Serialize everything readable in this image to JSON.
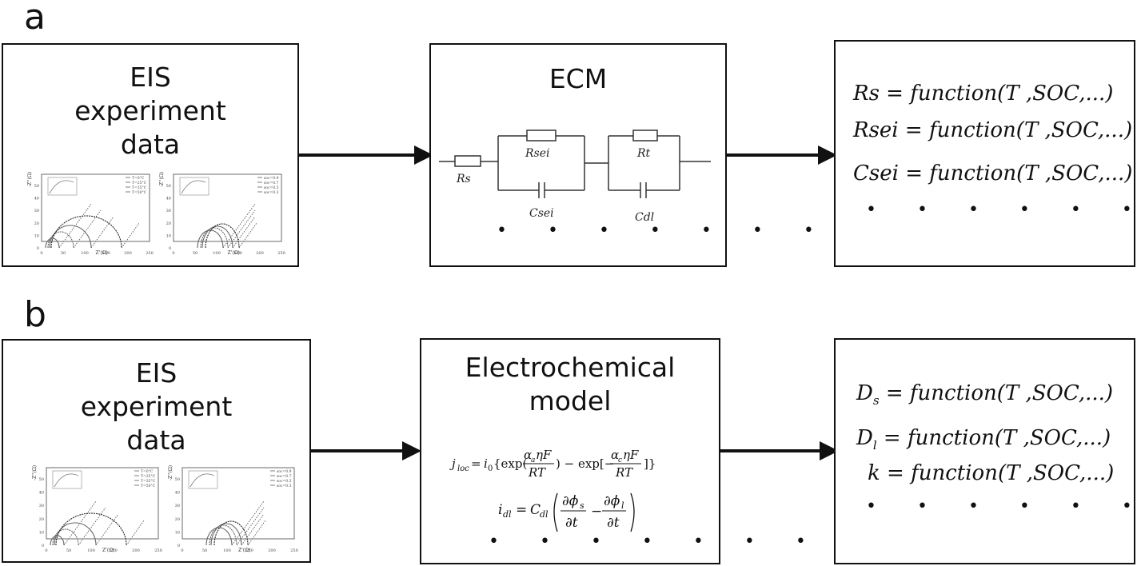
{
  "panels": [
    {
      "label": "a",
      "source": {
        "title_lines": [
          "EIS",
          "experiment",
          "data"
        ]
      },
      "model": {
        "title_lines": [
          "ECM"
        ],
        "circuit": {
          "labels": [
            "Rs",
            "Rsei",
            "Csei",
            "Rt",
            "Cdl"
          ]
        },
        "ellipsis": "• • • • • • • •"
      },
      "outputs": [
        {
          "lhs": "Rs",
          "eq": " = ",
          "fn": "function",
          "args": "(T ,SOC,...)"
        },
        {
          "lhs": "Rsei",
          "eq": " = ",
          "fn": "function",
          "args": "(T ,SOC,...)"
        },
        {
          "lhs": "Csei",
          "eq": " = ",
          "fn": "function",
          "args": "(T ,SOC,...)"
        }
      ],
      "outputs_ellipsis": "• • • • • • • •"
    },
    {
      "label": "b",
      "source": {
        "title_lines": [
          "EIS",
          "experiment",
          "data"
        ]
      },
      "model": {
        "title_lines": [
          "Electrochemical",
          "model"
        ],
        "ellipsis": "• • • • • • • •"
      },
      "outputs": [
        {
          "lhs": "D",
          "sub": "s",
          "eq": " = ",
          "fn": "function",
          "args": "(T ,SOC,...)"
        },
        {
          "lhs": "D",
          "sub": "l",
          "eq": " = ",
          "fn": "function",
          "args": "(T ,SOC,...)"
        },
        {
          "lhs": "k",
          "eq": " = ",
          "fn": "function",
          "args": "(T ,SOC,...)"
        }
      ],
      "outputs_ellipsis": "• • • • • • • •"
    }
  ],
  "eis_plots": {
    "left_legend": [
      "T=0°C",
      "T=25°C",
      "T=35°C",
      "T=50°C"
    ],
    "right_legend": [
      "soc=0.9",
      "soc=0.7",
      "soc=0.5",
      "soc=0.3"
    ],
    "ylabel": "-Z''(Ω)",
    "xlabel": "Z'(Ω)",
    "left_xticks": [
      "0",
      "50",
      "100",
      "150",
      "200",
      "250"
    ],
    "right_xticks": [
      "0",
      "50",
      "100",
      "150",
      "200",
      "250"
    ],
    "yticks": [
      "0",
      "10",
      "20",
      "30",
      "40",
      "50"
    ]
  }
}
